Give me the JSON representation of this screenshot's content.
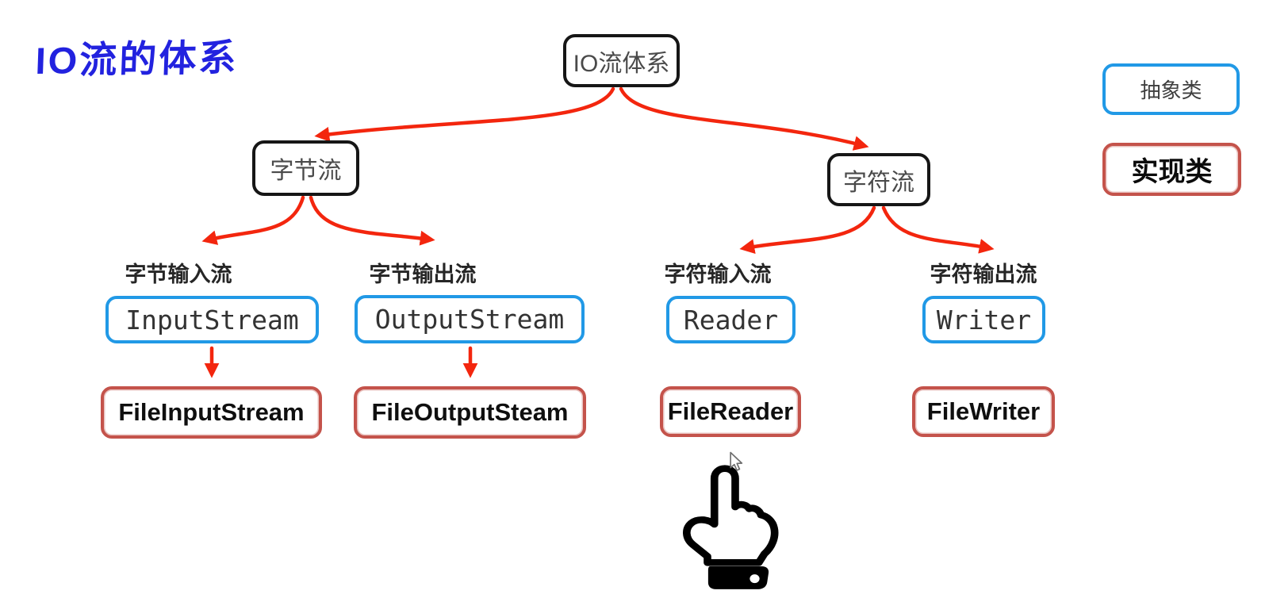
{
  "title": "IO流的体系",
  "tree": {
    "root": "IO流体系",
    "branches": [
      {
        "label": "字节流",
        "children": [
          {
            "caption": "字节输入流",
            "abstract_class": "InputStream",
            "impl_class": "FileInputStream"
          },
          {
            "caption": "字节输出流",
            "abstract_class": "OutputStream",
            "impl_class": "FileOutputSteam"
          }
        ]
      },
      {
        "label": "字符流",
        "children": [
          {
            "caption": "字符输入流",
            "abstract_class": "Reader",
            "impl_class": "FileReader"
          },
          {
            "caption": "字符输出流",
            "abstract_class": "Writer",
            "impl_class": "FileWriter"
          }
        ]
      }
    ]
  },
  "legend": {
    "abstract_label": "抽象类",
    "impl_label": "实现类"
  },
  "colors": {
    "abstract_border": "#2199E6",
    "impl_border": "#C4534B",
    "arrow_red": "#F3260E",
    "title_blue": "#2222DF",
    "node_border": "#161616",
    "node_text_gray": "#4a4a4a"
  },
  "icons": {
    "hand_pointer": "pointing-hand",
    "mouse_cursor": "arrow-cursor"
  }
}
